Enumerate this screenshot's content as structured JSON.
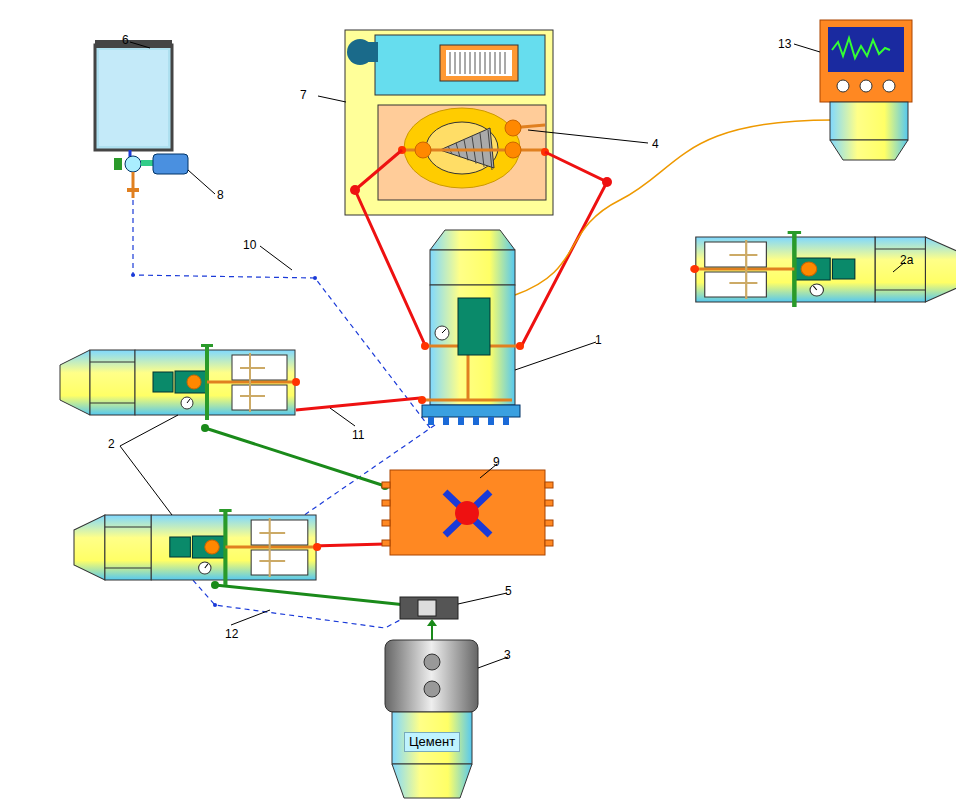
{
  "diagram": {
    "nodes": [
      {
        "text": [
          "Цемент"
        ]
      }
    ],
    "labels": [
      "6",
      "13",
      "7",
      "4",
      "8",
      "10",
      "2a",
      "1",
      "2",
      "11",
      "9",
      "5",
      "12",
      "3"
    ]
  }
}
